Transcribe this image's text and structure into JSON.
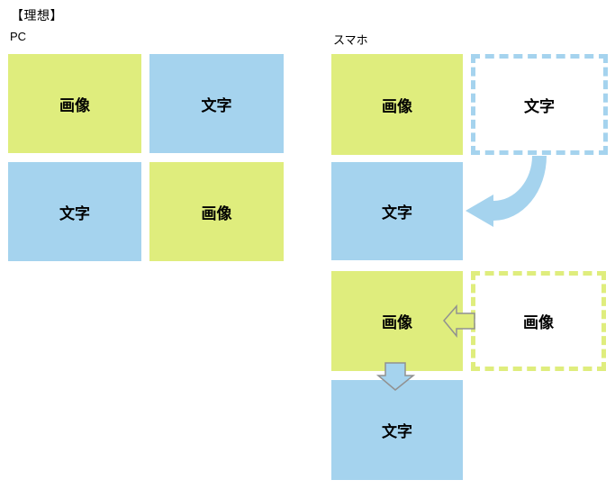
{
  "title": "【理想】",
  "pc": {
    "label": "PC",
    "boxes": [
      {
        "label": "画像"
      },
      {
        "label": "文字"
      },
      {
        "label": "文字"
      },
      {
        "label": "画像"
      }
    ]
  },
  "smartphone": {
    "label": "スマホ",
    "stack": [
      {
        "label": "画像"
      },
      {
        "label": "文字"
      },
      {
        "label": "画像"
      },
      {
        "label": "文字"
      }
    ],
    "ghosts": [
      {
        "label": "文字"
      },
      {
        "label": "画像"
      }
    ]
  },
  "icons": {
    "curved_arrow": "curved-left-arrow",
    "left_arrow": "left-arrow",
    "down_arrow": "down-arrow"
  },
  "colors": {
    "image_box_fill": "#dfed7d",
    "text_box_fill": "#a5d3ee",
    "ghost_box_fill": "#ffffff",
    "curved_arrow_fill": "#a5d3ee",
    "small_arrow_outline": "#919191",
    "label_color": "#000000",
    "background": "#ffffff"
  }
}
